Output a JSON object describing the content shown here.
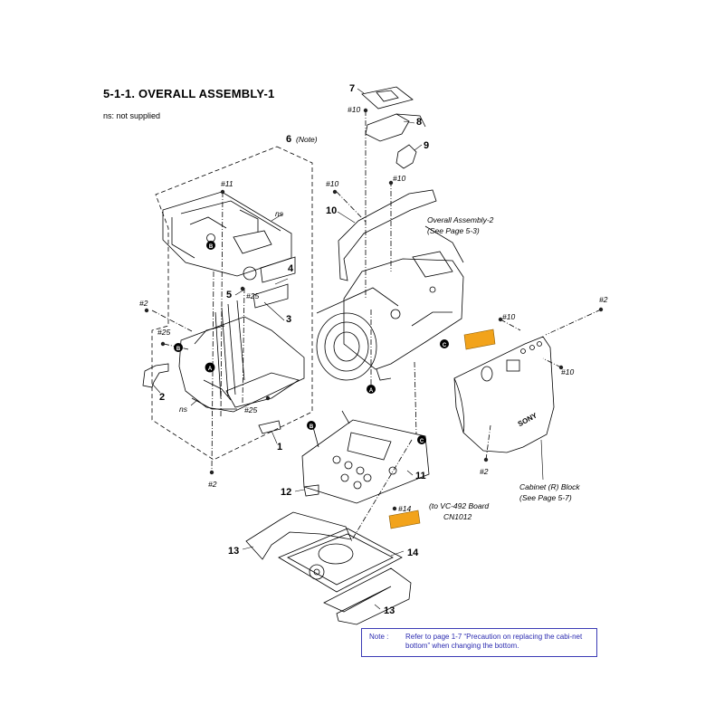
{
  "header": {
    "title": "5-1-1.  OVERALL  ASSEMBLY-1",
    "subtitle": "ns: not supplied"
  },
  "callouts": {
    "c1": "1",
    "c2": "2",
    "c3": "3",
    "c4": "4",
    "c5": "5",
    "c6": "6",
    "c6_note": "(Note)",
    "c7": "7",
    "c8": "8",
    "c9": "9",
    "c10": "10",
    "c11": "11",
    "c12": "12",
    "c13a": "13",
    "c13b": "13",
    "c14": "14"
  },
  "screws": {
    "s11": "#11",
    "s25a": "#25",
    "s25b": "#25",
    "s25c": "#25",
    "s2a": "#2",
    "s2b": "#2",
    "s2c": "#2",
    "s2d": "#2",
    "s10a": "#10",
    "s10b": "#10",
    "s10c": "#10",
    "s10d": "#10",
    "s10e": "#10",
    "s14": "#14"
  },
  "labels": {
    "ns1": "ns",
    "ns2": "ns",
    "overall2_line1": "Overall Assembly-2",
    "overall2_line2": "(See Page 5-3)",
    "cabinet_line1": "Cabinet (R) Block",
    "cabinet_line2": "(See Page 5-7)",
    "vc_line1": "(to VC-492 Board",
    "vc_line2": "CN1012",
    "marker_a": "A",
    "marker_b": "B",
    "marker_c": "C",
    "sony": "SONY"
  },
  "note": {
    "label": "Note :",
    "text": "Refer to page 1-7 “Precaution on replacing the cabi-net bottom” when changing the bottom."
  },
  "colors": {
    "line": "#000000",
    "flex_cable": "#f2a31b",
    "note_border": "#3b3bb5",
    "note_text": "#2a2ab0"
  }
}
